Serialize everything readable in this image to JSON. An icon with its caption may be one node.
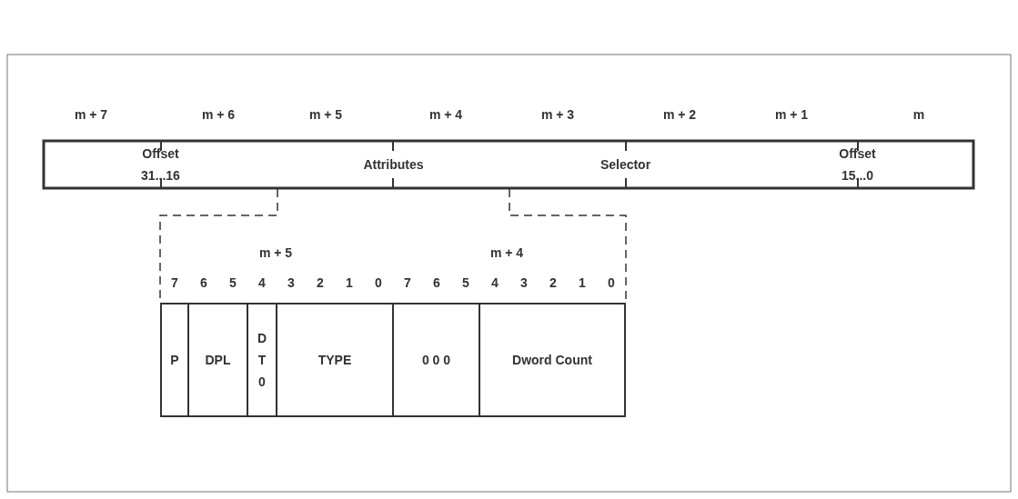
{
  "diagram": {
    "nodes": [
      {
        "text": [
          "Offset",
          "31...16"
        ]
      },
      {
        "text": [
          "Attributes"
        ]
      },
      {
        "text": [
          "Selector"
        ]
      },
      {
        "text": [
          "Offset",
          "15...0"
        ]
      },
      {
        "text": [
          "P"
        ]
      },
      {
        "text": [
          "DPL"
        ]
      },
      {
        "text": [
          "D T 0"
        ]
      },
      {
        "text": [
          "TYPE"
        ]
      },
      {
        "text": [
          "0 0 0"
        ]
      },
      {
        "text": [
          "Dword Count"
        ]
      }
    ],
    "labels": [
      "m + 7",
      "m + 6",
      "m + 5",
      "m + 4",
      "m + 3",
      "m + 2",
      "m + 1",
      "m",
      "m + 5",
      "m + 4",
      "7",
      "6",
      "5",
      "4",
      "3",
      "2",
      "1",
      "0",
      "7",
      "6",
      "5",
      "4",
      "3",
      "2",
      "1",
      "0"
    ]
  }
}
